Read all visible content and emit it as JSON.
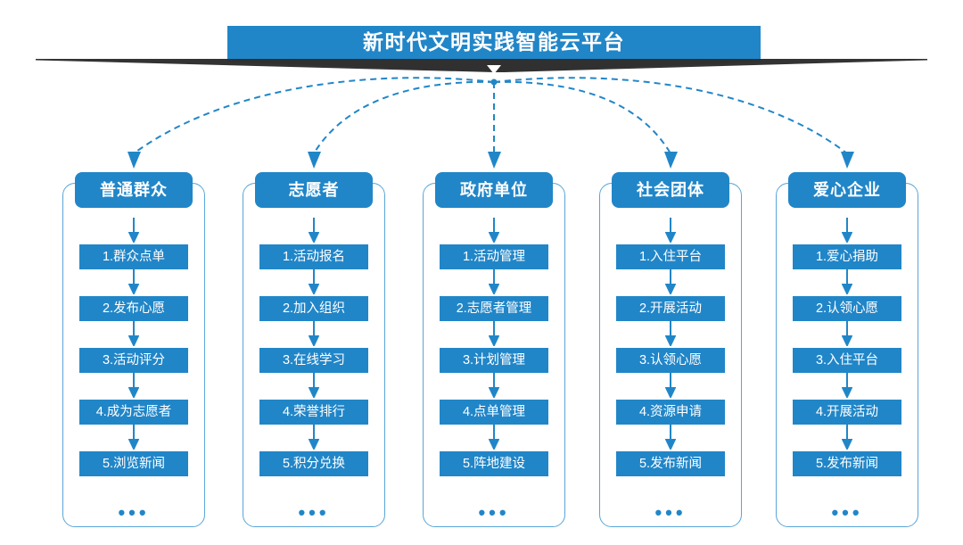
{
  "colors": {
    "primary_blue": "#2186c8",
    "frame_blue": "#59a5d8",
    "ribbon_dark": "#333333",
    "text_white": "#ffffff",
    "background": "#ffffff"
  },
  "header": {
    "title": "新时代文明实践智能云平台"
  },
  "ellipsis": "•••",
  "columns": [
    {
      "id": "ordinary-public",
      "title": "普通群众",
      "steps": [
        "1.群众点单",
        "2.发布心愿",
        "3.活动评分",
        "4.成为志愿者",
        "5.浏览新闻"
      ],
      "more": "•••"
    },
    {
      "id": "volunteer",
      "title": "志愿者",
      "steps": [
        "1.活动报名",
        "2.加入组织",
        "3.在线学习",
        "4.荣誉排行",
        "5.积分兑换"
      ],
      "more": "•••"
    },
    {
      "id": "government-unit",
      "title": "政府单位",
      "steps": [
        "1.活动管理",
        "2.志愿者管理",
        "3.计划管理",
        "4.点单管理",
        "5.阵地建设"
      ],
      "more": "•••"
    },
    {
      "id": "social-group",
      "title": "社会团体",
      "steps": [
        "1.入住平台",
        "2.开展活动",
        "3.认领心愿",
        "4.资源申请",
        "5.发布新闻"
      ],
      "more": "•••"
    },
    {
      "id": "caring-enterprise",
      "title": "爱心企业",
      "steps": [
        "1.爱心捐助",
        "2.认领心愿",
        "3.入住平台",
        "4.开展活动",
        "5.发布新闻"
      ],
      "more": "•••"
    }
  ]
}
